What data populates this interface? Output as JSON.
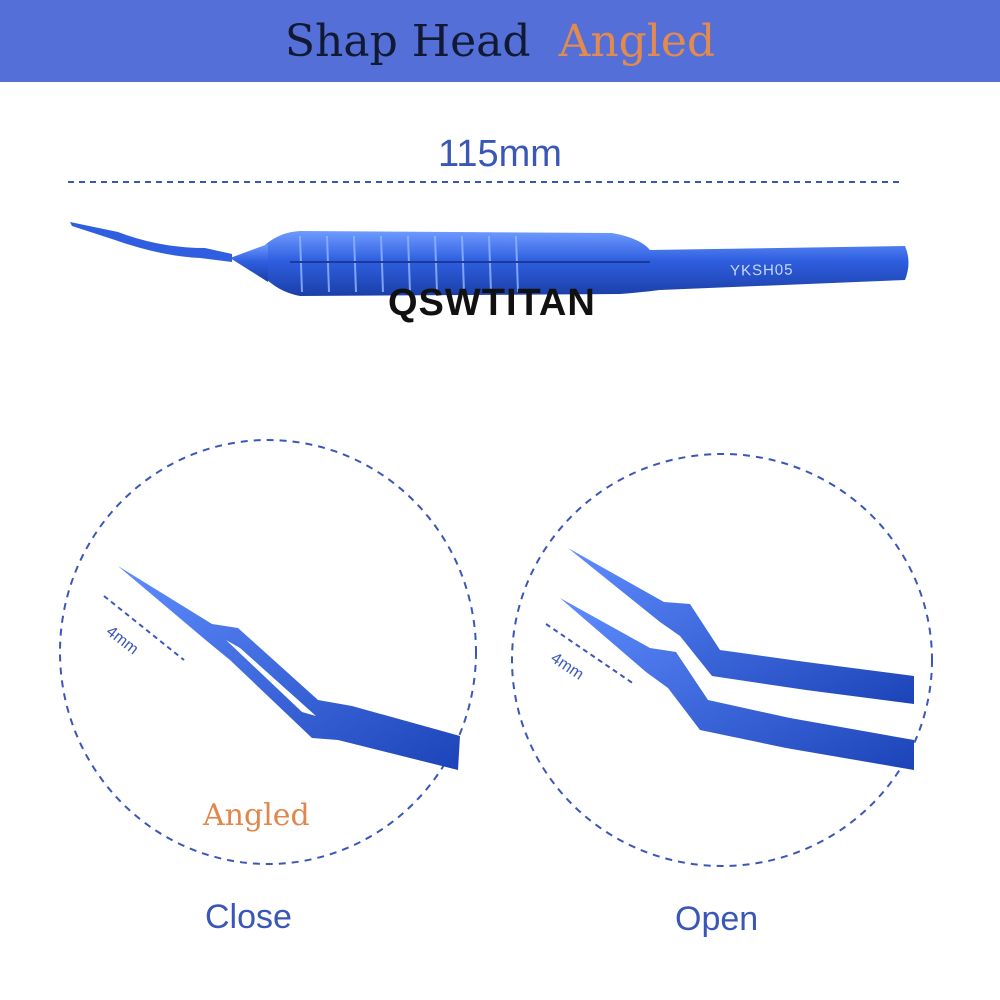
{
  "banner": {
    "title": "Shap Head",
    "accent_word": "Angled",
    "background_color": "#5470d8",
    "accent_color": "#e38a4f"
  },
  "product": {
    "length_label": "115mm",
    "watermark": "QSWTITAN",
    "engraving": "YKSH05",
    "instrument_color": "#2f5fe0"
  },
  "detail_views": {
    "close": {
      "caption": "Close",
      "measure": "4mm",
      "tip_label": "Angled"
    },
    "open": {
      "caption": "Open",
      "measure": "4mm"
    }
  }
}
